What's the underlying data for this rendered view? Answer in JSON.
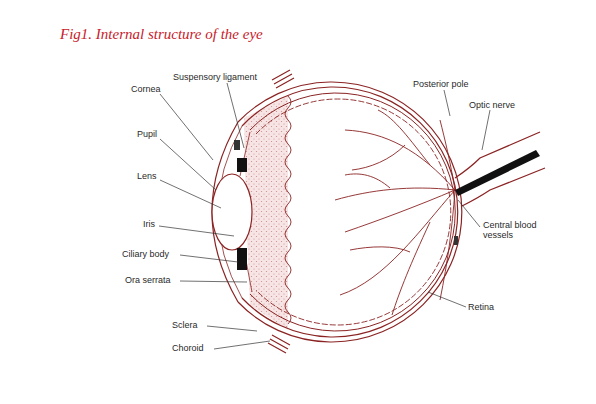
{
  "diagram": {
    "title": "Fig1. Internal structure of the eye",
    "labels": [
      "Suspensory ligament",
      "Cornea",
      "Posterior pole",
      "Optic nerve",
      "Pupil",
      "Lens",
      "Iris",
      "Ciliary body",
      "Ora serrata",
      "Central blood vessels",
      "Retina",
      "Sclera",
      "Choroid"
    ]
  }
}
